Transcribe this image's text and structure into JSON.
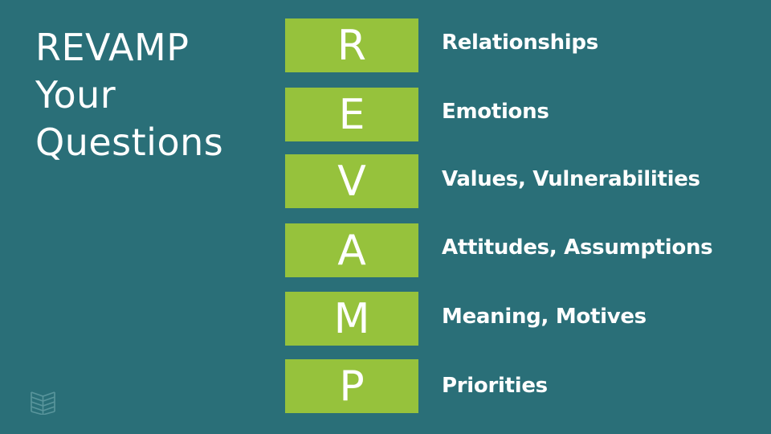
{
  "title": [
    "REVAMP",
    "Your",
    "Questions"
  ],
  "items": [
    {
      "letter": "R",
      "label": "Relationships"
    },
    {
      "letter": "E",
      "label": "Emotions"
    },
    {
      "letter": "V",
      "label": "Values, Vulnerabilities"
    },
    {
      "letter": "A",
      "label": "Attitudes, Assumptions"
    },
    {
      "letter": "M",
      "label": "Meaning, Motives"
    },
    {
      "letter": "P",
      "label": "Priorities"
    }
  ],
  "colors": {
    "background": "#2a6f78",
    "accent": "#96c23c",
    "text": "#ffffff"
  },
  "logo": {
    "icon": "book-logo-icon"
  }
}
